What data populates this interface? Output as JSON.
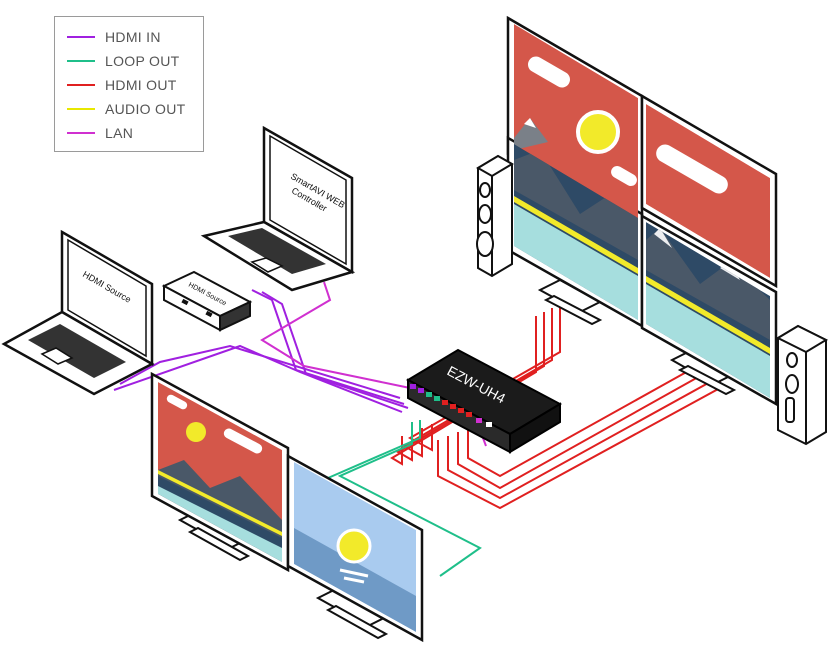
{
  "legend": {
    "items": [
      {
        "label": "HDMI IN",
        "color": "#a020e0"
      },
      {
        "label": "LOOP OUT",
        "color": "#1fbf8a"
      },
      {
        "label": "HDMI OUT",
        "color": "#e02020"
      },
      {
        "label": "AUDIO OUT",
        "color": "#e8e800"
      },
      {
        "label": "LAN",
        "color": "#d030d0"
      }
    ]
  },
  "devices": {
    "controller_laptop_label": "SmartAVI WEB Controller",
    "source_laptop_label": "HDMI Source",
    "source_box_label": "HDMI Source",
    "matrix_label": "EZW-UH4"
  },
  "colors": {
    "screen_red": "#d4574a",
    "screen_navy": "#2e4a66",
    "screen_teal": "#a6dede",
    "screen_yellow": "#f2ea2a",
    "mountain_gray": "#7a8088",
    "sky_blue": "#a9cbef",
    "sea_blue": "#6f9ac6"
  }
}
